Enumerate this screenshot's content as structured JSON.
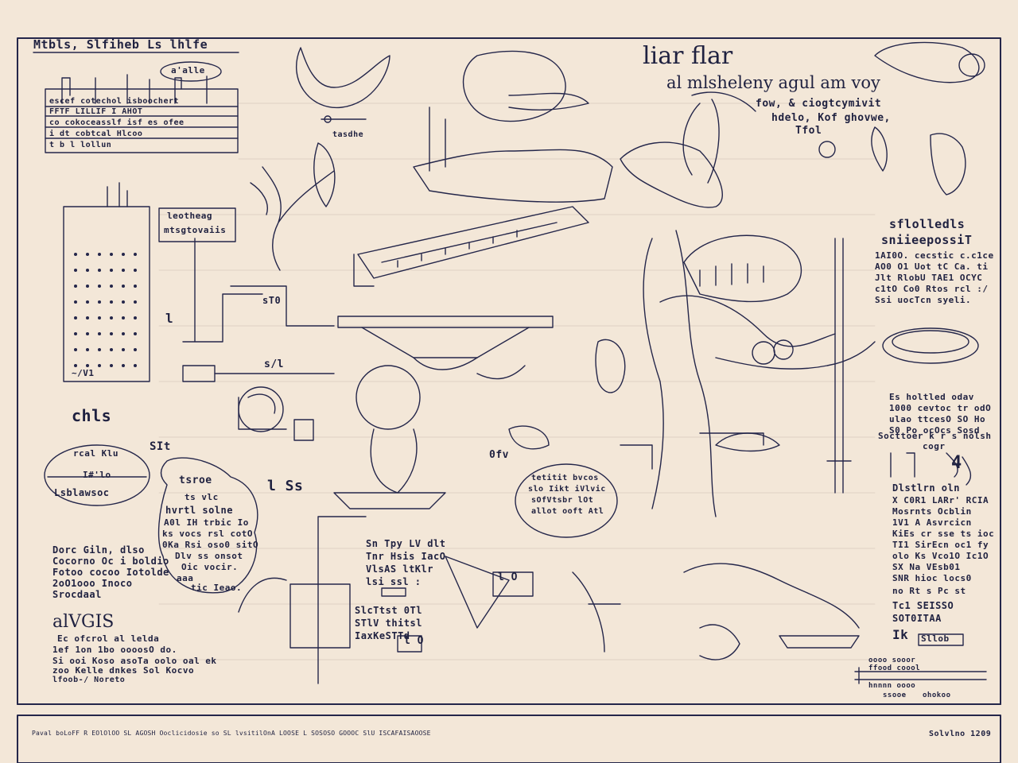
{
  "header": {
    "top_left_caption": "Mtbls, Slfiheb Ls lhlfe",
    "top_left_oval": "a'alle",
    "title_line1": "liar flar",
    "title_line2": "al mlsheleny agul am voy",
    "sub_line1": "fow, & ciogtcymivit",
    "sub_line2": "hdelo, Kof ghovwe,",
    "sub_line3": "Tfol"
  },
  "panels": {
    "top_left_table": [
      "escef cotechol isboochert",
      "FFTF LILLIF I AHOT",
      "co cokoceasslf isf es ofee",
      "i dt cobtcal Hlcoo",
      "t b l lollun"
    ],
    "small_label_mid_left": "tasdhe",
    "card_mid_left": [
      "leotheag",
      "mtsgtovaiis"
    ],
    "right_block_heading": [
      "sflolledls",
      "sniieepossiT"
    ],
    "right_block_lines": [
      "1AI0O. cecstic c.c1ce",
      "AO0 O1 Uot tC Ca. ti",
      "Jlt RlobU TAE1 OCYC",
      "c1tO Co0 Rtos rcl :/",
      "Ssi uocTcn syeli."
    ],
    "right_block2_lines": [
      "Es holtled odav",
      "1000 cevtoc tr odO",
      "ulao ttcesO SO Ho",
      "S0 Po ocOcs Sosd",
      "Socttoer k r s nolsh",
      "cogr"
    ],
    "right_block3_lines": [
      "Dlstlrn oln",
      "X C0R1 LARr' RCIA",
      "Mosrnts Ocblin",
      "1V1 A Asvrcicn",
      "KiEs cr sse ts ioc",
      "TI1 SirEcn oc1 fy",
      "olo Ks Vco1O Ic1O",
      "SX Na VEsb01",
      "SNR hioc locs0",
      "no Rt s Pc st",
      "Tc1 SEISSO",
      "SOT0ITAA"
    ],
    "right_bottom": [
      "Ik",
      "Sllob"
    ],
    "bottom_right_lines": [
      "oooo sooor",
      "ffood coool",
      "hnnnn oooo",
      "ssooe",
      "ohokoo"
    ],
    "oval_left_text": [
      "rcal Klu",
      "I#'lo",
      "Lsblawsoc"
    ],
    "oval_center_text": [
      "tetitit bvcos",
      "slo Iikt iVlvic",
      "sOfVtsbr lOt",
      "allot ooft Atl"
    ],
    "left_block_text": [
      "Dorc Giln, dlso",
      "Cocorno Oc i boldio",
      "Fotoo cocoo Iotolde",
      "2oO1ooo Inoco",
      "Srocdaal"
    ],
    "left_bottom_title": "alVGIS",
    "left_bottom_lines": [
      "Ec ofcrol al lelda",
      "1ef 1on 1bo oooosO do.",
      "Si ooi Koso asoTa oolo oal ek",
      "zoo Kelle dnkes Sol Kocvo",
      "lfoob-/ Noreto"
    ],
    "mid_left_cloud_text": [
      "tsroe",
      "ts vlc",
      "hvrtl solne",
      "A0l IH trbic Io",
      "ks vocs rsl cotO",
      "0Ka Rsi oso0 sitO",
      "Dlv ss onsot",
      "Oic vocir.",
      "aaa",
      "tic Ieao."
    ],
    "mid_text_1": "sT0",
    "mid_text_2": "s/l",
    "mid_text_3": "0fv",
    "mid_text_4": "l",
    "mid_text_5": "chls",
    "mid_text_6": "SIt",
    "mid_text_7": "l Ss",
    "mid_text_8": "~/V1",
    "mid_text_9": "4",
    "center_block_lines": [
      "Sn Tpy LV dlt",
      "Tnr Hsis IacO",
      "VlsAS ltKlr",
      "lsi ssl :"
    ],
    "center_block2_lines": [
      "SlcTtst 0Tl",
      "STlV thitsl",
      "IaxKeSTTd"
    ],
    "right_mid_labels": [
      "l O",
      "l O"
    ]
  },
  "footer": {
    "left_text": "Paval boLoFF R EOlOlOO SL   AGOSH   Ooclicidosie so SL lvsitilOnA   LOOSE   L SOSOSO GOOOC SlU ISCAFAISAOOSE",
    "right_text": "Solvlno 1209"
  },
  "colors": {
    "paper": "#f3e7d8",
    "ink": "#1f2140"
  }
}
